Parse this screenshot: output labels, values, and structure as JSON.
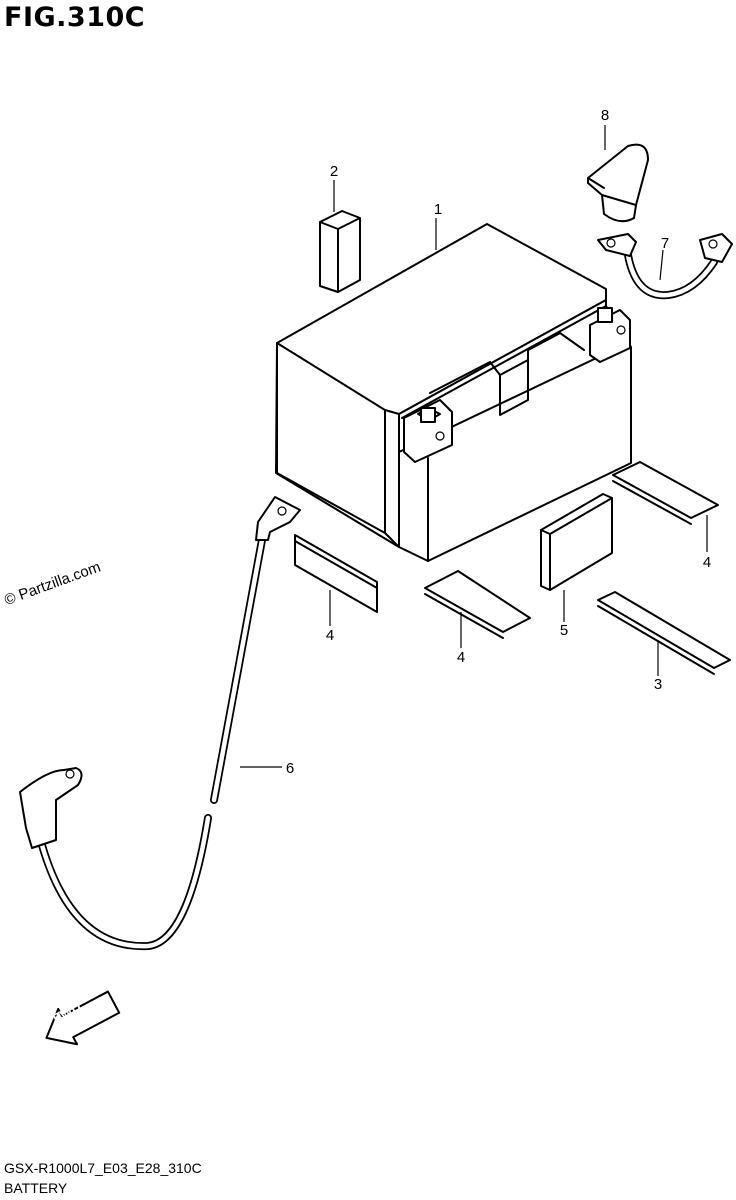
{
  "figure": {
    "title": "FIG.310C"
  },
  "watermark": "© Partzilla.com",
  "footer": {
    "model_code": "GSX-R1000L7_E03_E28_310C",
    "section_name": "BATTERY"
  },
  "direction_marker": {
    "label": "FWD"
  },
  "callouts": {
    "c1": "1",
    "c2": "2",
    "c3": "3",
    "c4a": "4",
    "c4b": "4",
    "c4c": "4",
    "c5": "5",
    "c6": "6",
    "c7": "7",
    "c8": "8"
  }
}
